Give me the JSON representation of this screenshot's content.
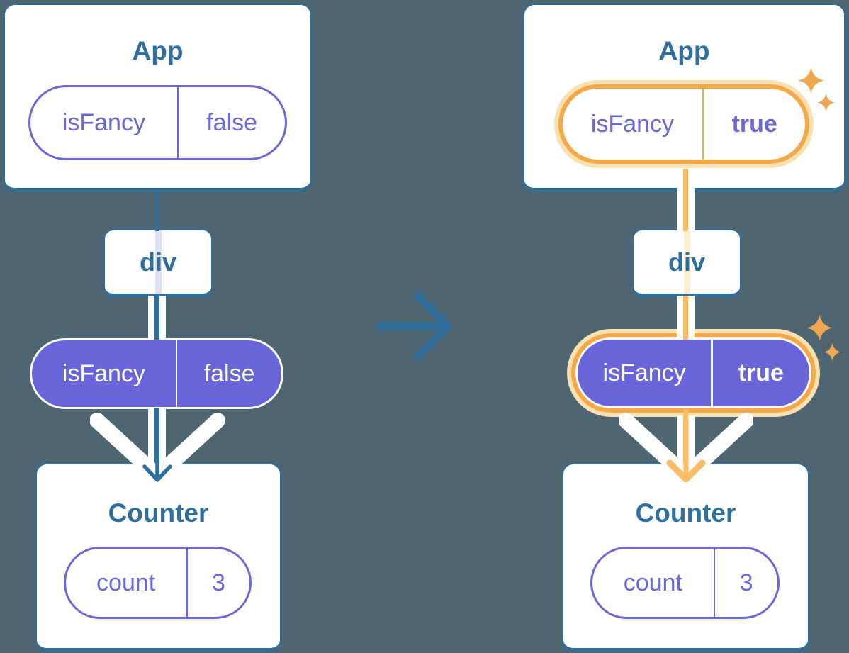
{
  "colors": {
    "bg": "#4D6672",
    "steel": "#2E6F9E",
    "purple": "#6A67D9",
    "purpleFill": "#6965D8",
    "lavender": "#DCE1F6",
    "orangeRing": "#F5A845",
    "orangeHalo": "#FBE0B2",
    "orangeWire": "#FABD66",
    "orangePale": "#FDEBCD",
    "sparkle": "#F0A850"
  },
  "icons": {
    "transition": "arrow-right-icon",
    "highlight": "sparkles-icon",
    "flow": "chevron-down-arrow"
  },
  "left": {
    "app": {
      "title": "App",
      "pill": {
        "key": "isFancy",
        "value": "false"
      }
    },
    "div_label": "div",
    "state_pill": {
      "key": "isFancy",
      "value": "false"
    },
    "counter": {
      "title": "Counter",
      "pill": {
        "key": "count",
        "value": "3"
      }
    }
  },
  "right": {
    "app": {
      "title": "App",
      "pill": {
        "key": "isFancy",
        "value": "true"
      }
    },
    "div_label": "div",
    "state_pill": {
      "key": "isFancy",
      "value": "true"
    },
    "counter": {
      "title": "Counter",
      "pill": {
        "key": "count",
        "value": "3"
      }
    }
  }
}
